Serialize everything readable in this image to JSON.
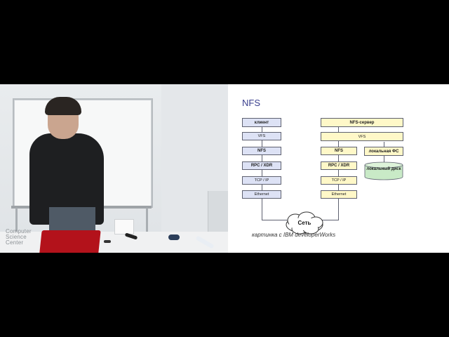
{
  "video": {
    "watermark_lines": [
      "Computer",
      "Science",
      "Center"
    ]
  },
  "slide": {
    "title": "NFS",
    "client": {
      "header": "клиент",
      "layers": [
        "VFS",
        "NFS",
        "RPC / XDR",
        "TCP / IP",
        "Ethernet"
      ]
    },
    "server": {
      "header": "NFS-сервер",
      "vfs": "VFS",
      "layers": [
        "NFS",
        "RPC / XDR",
        "TCP / IP",
        "Ethernet"
      ],
      "local_fs": "локальная ФС",
      "local_disk": "локальный диск"
    },
    "network": "Сеть",
    "caption": "картинка с IBM developerWorks"
  }
}
